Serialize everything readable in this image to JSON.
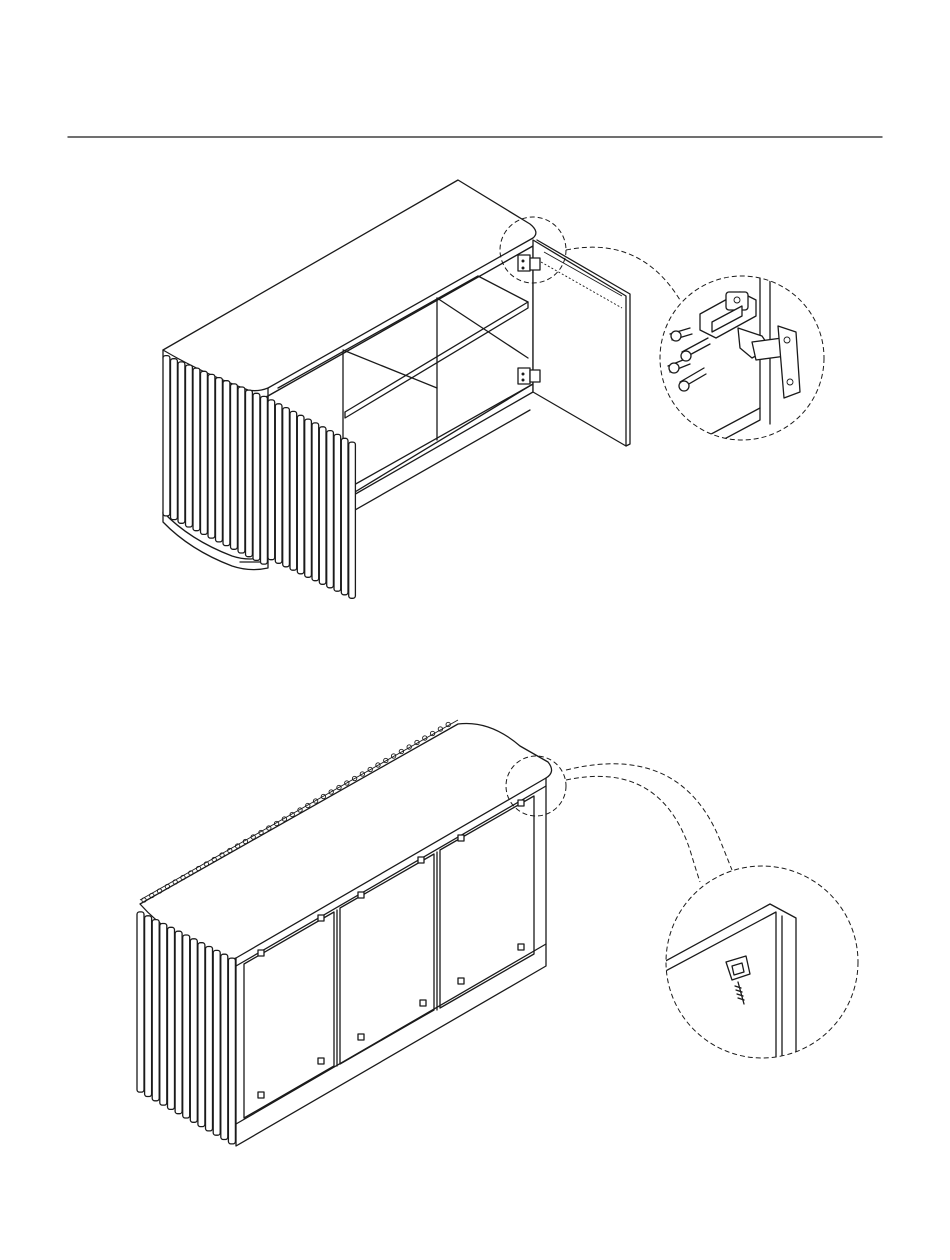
{
  "diagram": {
    "step_1": {
      "subject": "sideboard-open-doors",
      "detail": "hinge-mounting-detail"
    },
    "step_2": {
      "subject": "sideboard-rear-view",
      "detail": "back-panel-bracket-detail"
    }
  },
  "colors": {
    "line": "#1a1a1a",
    "background": "#ffffff"
  }
}
